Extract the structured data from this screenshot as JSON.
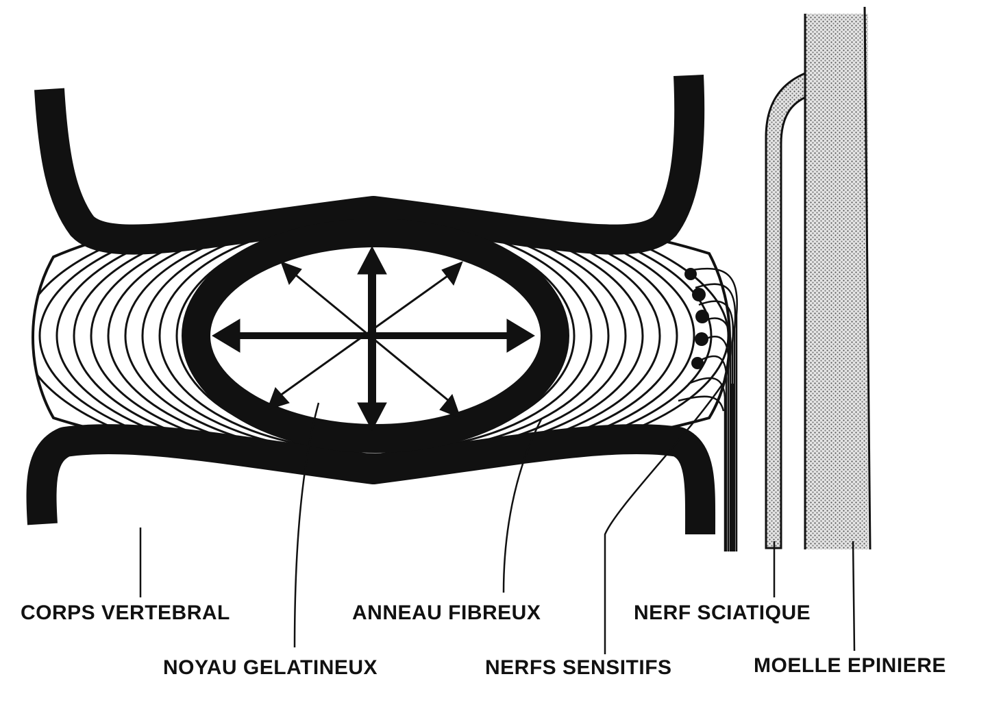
{
  "labels": {
    "corps_vertebral": "CORPS VERTEBRAL",
    "noyau_gelatineux": "NOYAU GELATINEUX",
    "anneau_fibreux": "ANNEAU FIBREUX",
    "nerfs_sensitifs": "NERFS SENSITIFS",
    "nerf_sciatique": "NERF SCIATIQUE",
    "moelle_epiniere": "MOELLE EPINIERE"
  },
  "colors": {
    "ink": "#111111",
    "background": "#ffffff",
    "stipple": "#c9c9c9"
  }
}
